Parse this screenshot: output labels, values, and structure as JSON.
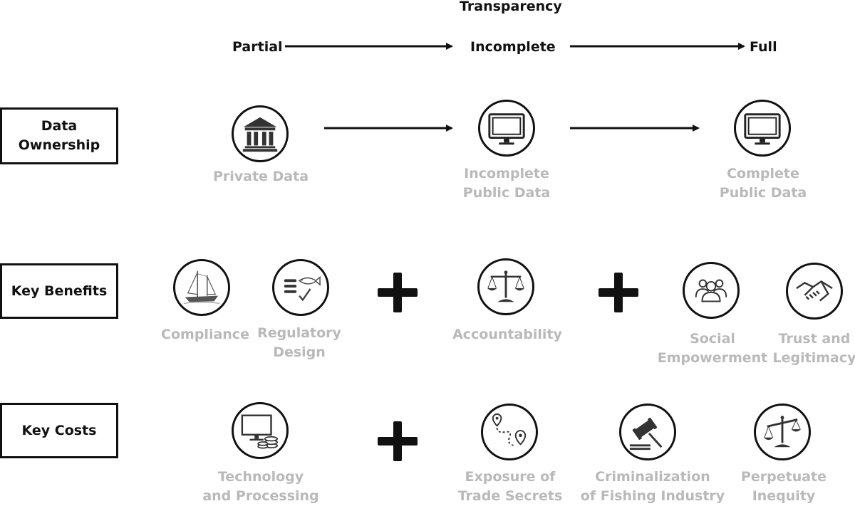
{
  "header": {
    "title": "Transparency",
    "stages": [
      "Partial",
      "Incomplete",
      "Full"
    ]
  },
  "rows": [
    {
      "label": "Data\nOwnership"
    },
    {
      "label": "Key Benefits"
    },
    {
      "label": "Key Costs"
    }
  ],
  "ownership": [
    {
      "label": "Private Data",
      "icon": "bank-icon"
    },
    {
      "label": "Incomplete\nPublic Data",
      "icon": "monitor-icon"
    },
    {
      "label": "Complete\nPublic Data",
      "icon": "monitor-icon"
    }
  ],
  "benefits": [
    {
      "label": "Compliance",
      "icon": "sailboat-icon"
    },
    {
      "label": "Regulatory\nDesign",
      "icon": "checklist-fish-icon"
    },
    {
      "label": "Accountability",
      "icon": "scales-icon"
    },
    {
      "label": "Social\nEmpowerment",
      "icon": "people-group-icon"
    },
    {
      "label": "Trust and\nLegitimacy",
      "icon": "handshake-icon"
    }
  ],
  "costs": [
    {
      "label": "Technology\nand Processing",
      "icon": "computer-coins-icon"
    },
    {
      "label": "Exposure of\nTrade Secrets",
      "icon": "map-route-icon"
    },
    {
      "label": "Criminalization\nof Fishing Industry",
      "icon": "gavel-icon"
    },
    {
      "label": "Perpetuate\nInequity",
      "icon": "unbalanced-scales-icon"
    }
  ],
  "colors": {
    "ink": "#111111",
    "muted_label": "#b9b9b9"
  }
}
